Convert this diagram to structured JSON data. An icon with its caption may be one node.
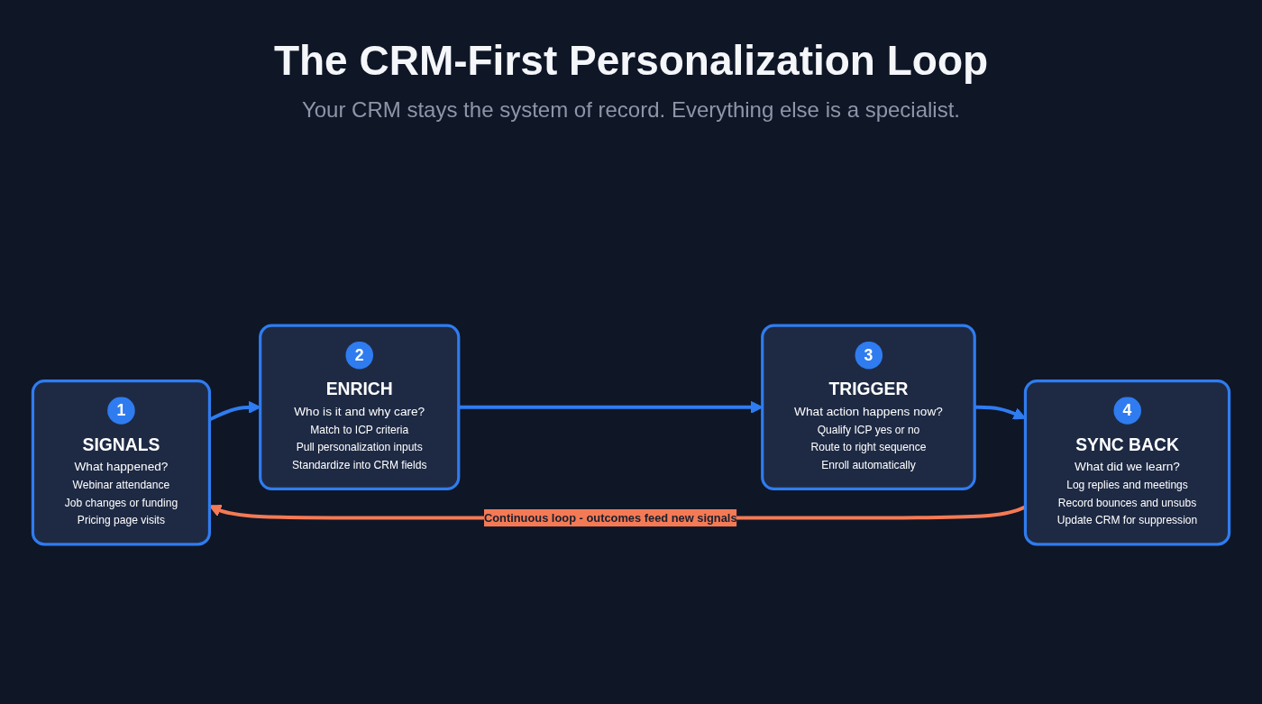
{
  "diagram": {
    "title": "The CRM-First Personalization Loop",
    "nodes": [
      {
        "text": [
          "1",
          "SIGNALS",
          "What happened?",
          "Webinar attendance",
          "Job changes or funding",
          "Pricing page visits"
        ]
      },
      {
        "text": [
          "2",
          "ENRICH",
          "Who is it and why care?",
          "Match to ICP criteria",
          "Pull personalization inputs",
          "Standardize into CRM fields"
        ]
      },
      {
        "text": [
          "3",
          "TRIGGER",
          "What action happens now?",
          "Qualify ICP yes or no",
          "Route to right sequence",
          "Enroll automatically"
        ]
      },
      {
        "text": [
          "4",
          "SYNC BACK",
          "What did we learn?",
          "Log replies and meetings",
          "Record bounces and unsubs",
          "Update CRM for suppression"
        ]
      }
    ],
    "edges": [
      {
        "from": 0,
        "to": 1,
        "arrow": "to"
      },
      {
        "from": 1,
        "to": 2,
        "arrow": "to"
      },
      {
        "from": 2,
        "to": 3,
        "arrow": "to"
      },
      {
        "from": 3,
        "to": 0,
        "arrow": "to",
        "color": "#f47a55",
        "label": "Continuous loop - outcomes feed new signals"
      }
    ],
    "labels": [
      "Your CRM stays the system of record. Everything else is a specialist."
    ]
  }
}
